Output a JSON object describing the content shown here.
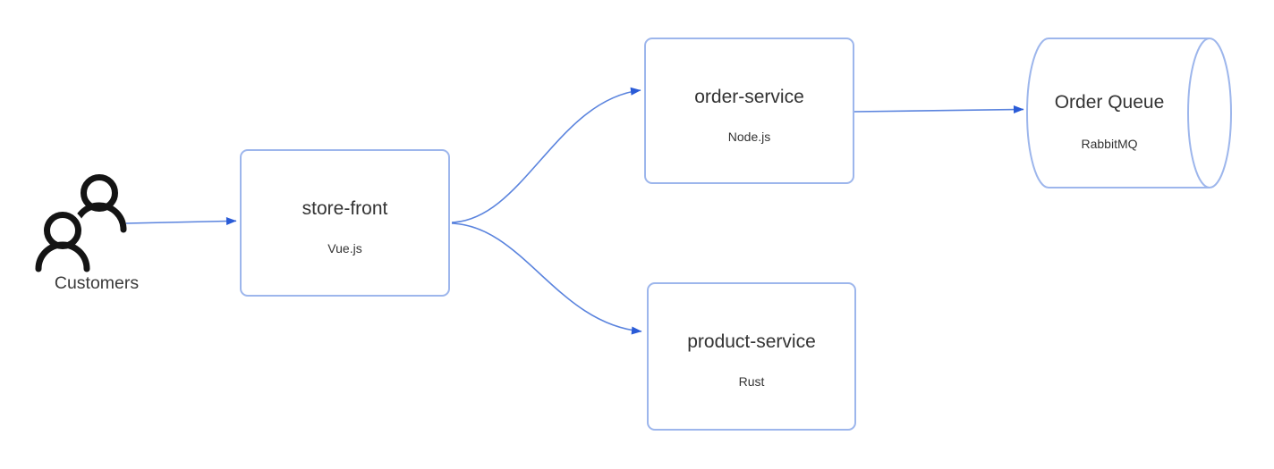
{
  "diagram": {
    "nodes": {
      "customers": {
        "label": "Customers",
        "type": "actor"
      },
      "store_front": {
        "title": "store-front",
        "subtitle": "Vue.js",
        "type": "box"
      },
      "order_service": {
        "title": "order-service",
        "subtitle": "Node.js",
        "type": "box"
      },
      "product_service": {
        "title": "product-service",
        "subtitle": "Rust",
        "type": "box"
      },
      "order_queue": {
        "title": "Order Queue",
        "subtitle": "RabbitMQ",
        "type": "queue-cylinder"
      }
    },
    "edges": [
      {
        "from": "customers",
        "to": "store-front"
      },
      {
        "from": "store-front",
        "to": "order-service"
      },
      {
        "from": "store-front",
        "to": "product-service"
      },
      {
        "from": "order-service",
        "to": "order-queue"
      }
    ],
    "colors": {
      "node_border": "#9db6ec",
      "edge_line": "#5b84de",
      "arrowhead": "#2a5bd7",
      "text": "#333333",
      "icon": "#141414"
    }
  }
}
